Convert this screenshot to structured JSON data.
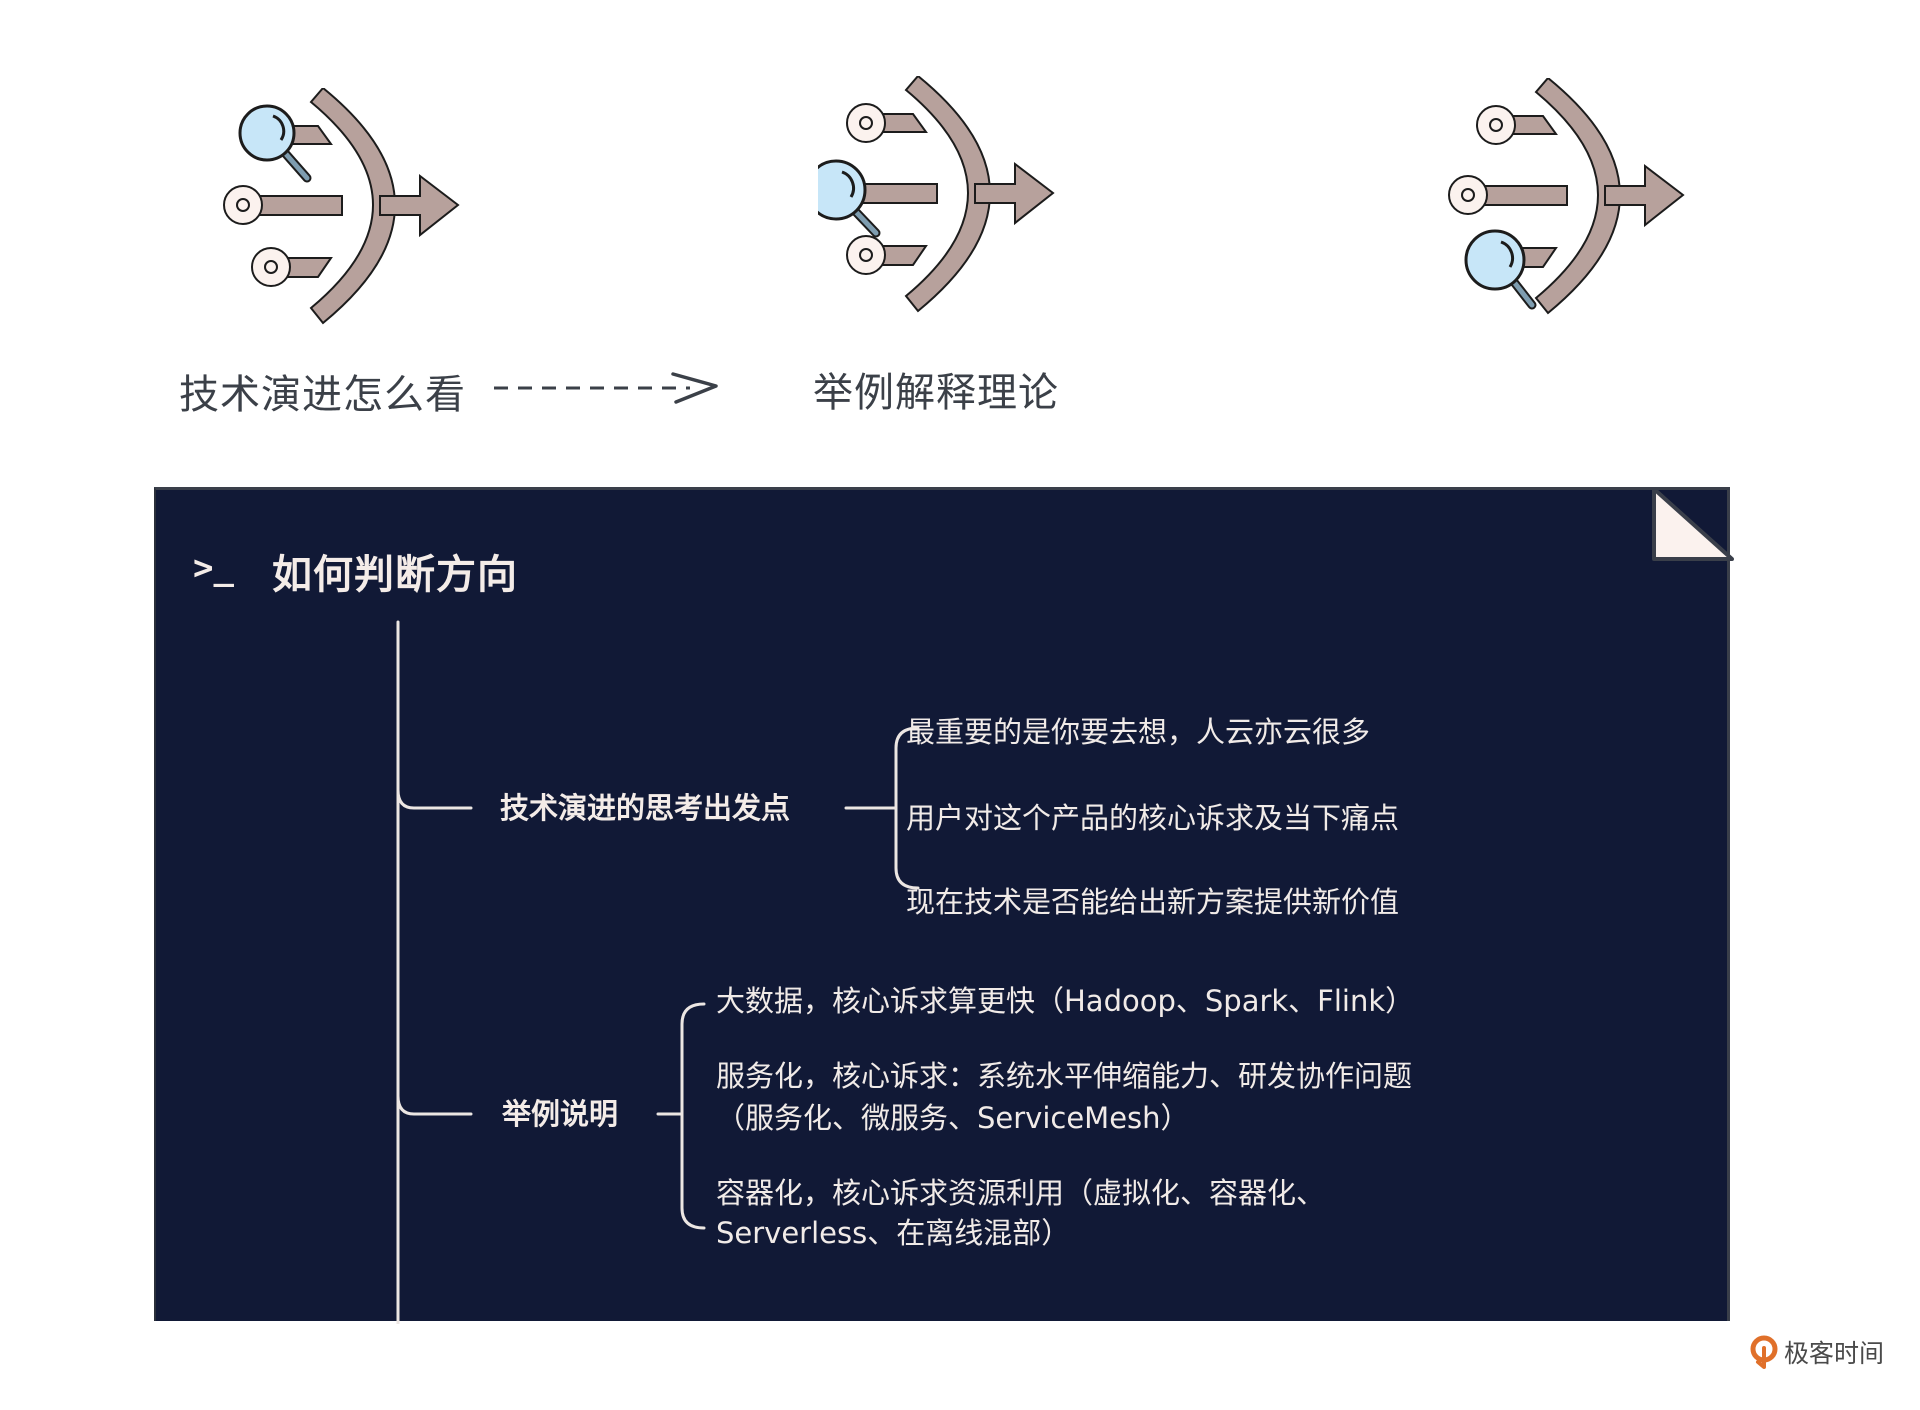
{
  "steps": [
    {
      "label": "技术演进怎么看",
      "highlight": "top"
    },
    {
      "label": "举例解释理论",
      "highlight": "middle"
    },
    {
      "label": "",
      "highlight": "bottom"
    }
  ],
  "connector": {
    "style": "dashed-arrow"
  },
  "panel": {
    "prompt": ">_",
    "title": "如何判断方向",
    "branches": [
      {
        "label": "技术演进的思考出发点",
        "items": [
          "最重要的是你要去想，人云亦云很多",
          "用户对这个产品的核心诉求及当下痛点",
          "现在技术是否能给出新方案提供新价值"
        ]
      },
      {
        "label": "举例说明",
        "items": [
          {
            "lines": [
              "大数据，核心诉求算更快（Hadoop、Spark、Flink）"
            ]
          },
          {
            "lines": [
              "服务化，核心诉求：系统水平伸缩能力、研发协作问题",
              "（服务化、微服务、ServiceMesh）"
            ]
          },
          {
            "lines": [
              "容器化，核心诉求资源利用（虚拟化、容器化、",
              "Serverless、在离线混部）"
            ]
          }
        ]
      }
    ]
  },
  "brand": {
    "name": "极客时间"
  },
  "colors": {
    "panel_bg": "#111936",
    "icon_fill": "#b7a19c",
    "magnifier_lens": "#c7e6f8",
    "magnifier_handle": "#7e9db0",
    "node_fill": "#fbf2ee",
    "brand_orange": "#e0702a"
  }
}
